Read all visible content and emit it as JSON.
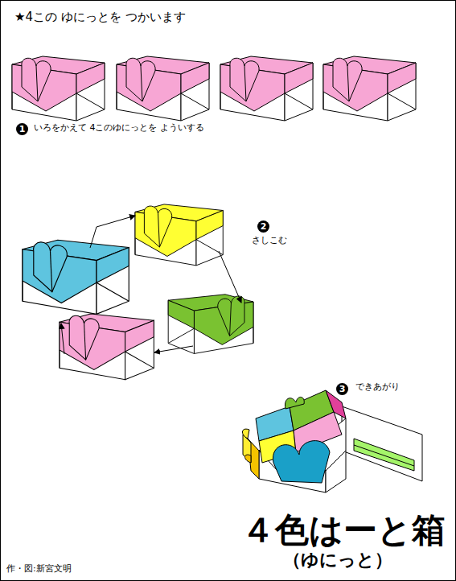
{
  "diagram": {
    "title": "４色はーと箱",
    "labels": [
      "★4この ゆにっとを つかいます",
      "1",
      "いろをかえて 4このゆにっとを よういする",
      "2",
      "さしこむ",
      "3",
      "できあがり",
      "（ゆにっと）",
      "作・図:新宮文明"
    ]
  }
}
